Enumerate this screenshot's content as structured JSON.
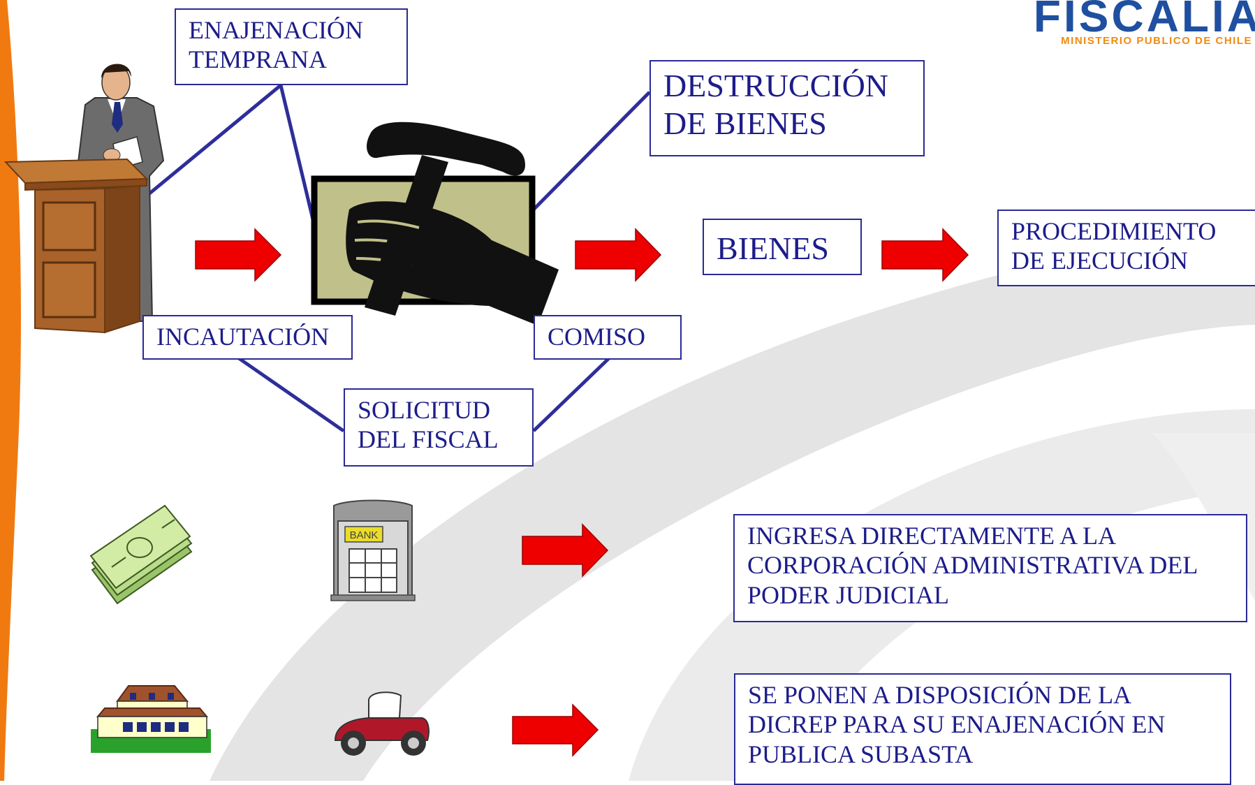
{
  "logo": {
    "title": "FISCALIA",
    "subtitle": "MINISTERIO PUBLICO DE CHILE"
  },
  "labels": {
    "enajenacion": "ENAJENACIÓN\nTEMPRANA",
    "destruccion": "DESTRUCCIÓN\nDE BIENES",
    "bienes": "BIENES",
    "procedimiento": "PROCEDIMIENTO\nDE EJECUCIÓN",
    "incautacion": "INCAUTACIÓN",
    "comiso": "COMISO",
    "solicitud": "SOLICITUD\nDEL FISCAL",
    "ingresa": "INGRESA DIRECTAMENTE A LA\nCORPORACIÓN ADMINISTRATIVA DEL\nPODER JUDICIAL",
    "disposicion": "SE PONEN A DISPOSICIÓN DE LA\nDICREP PARA SU ENAJENACIÓN EN\nPUBLICA SUBASTA"
  },
  "icons": {
    "bank_sign": "BANK",
    "speaker": "speaker-at-podium",
    "gavel": "gavel-in-hand",
    "money": "money-stack",
    "bank": "bank-building",
    "house": "house",
    "car": "vintage-car"
  },
  "colors": {
    "box_border": "#2a2a96",
    "box_text": "#1c1c8a",
    "arrow": "#ee0000",
    "connector": "#2e2e9a",
    "left_band": "#f07a10",
    "watermark": "#e3e3e3"
  }
}
